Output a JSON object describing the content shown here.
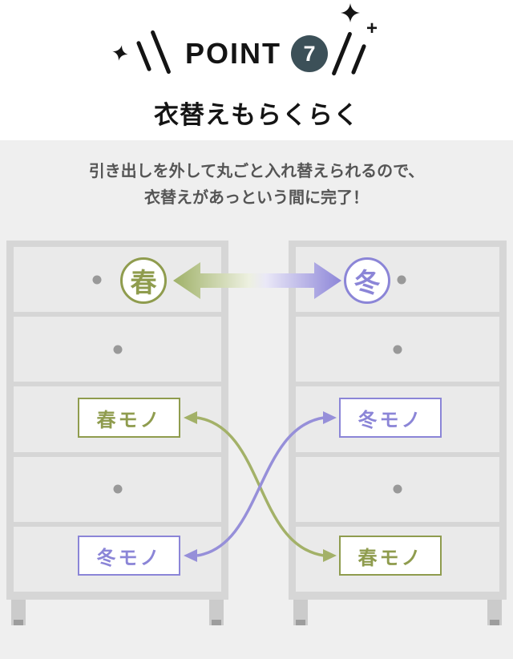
{
  "header": {
    "point_label": "POINT",
    "point_number": "7",
    "title": "衣替えもらくらく"
  },
  "description": {
    "line1": "引き出しを外して丸ごと入れ替えられるので、",
    "line2": "衣替えがあっという間に完了！"
  },
  "illustration": {
    "left_chest": {
      "season_circle": "春",
      "middle_drawer_label": "春モノ",
      "bottom_drawer_label": "冬モノ"
    },
    "right_chest": {
      "season_circle": "冬",
      "middle_drawer_label": "冬モノ",
      "bottom_drawer_label": "春モノ"
    }
  },
  "icons": {
    "sparkle": "four-point-star",
    "plus": "+"
  },
  "colors": {
    "spring_green": "#8f9c4e",
    "winter_purple": "#8b85d7",
    "point_badge_teal": "#3c5058",
    "section_background": "#efefef",
    "chest_frame": "#d6d6d6",
    "drawer_face": "#eaeaea"
  }
}
